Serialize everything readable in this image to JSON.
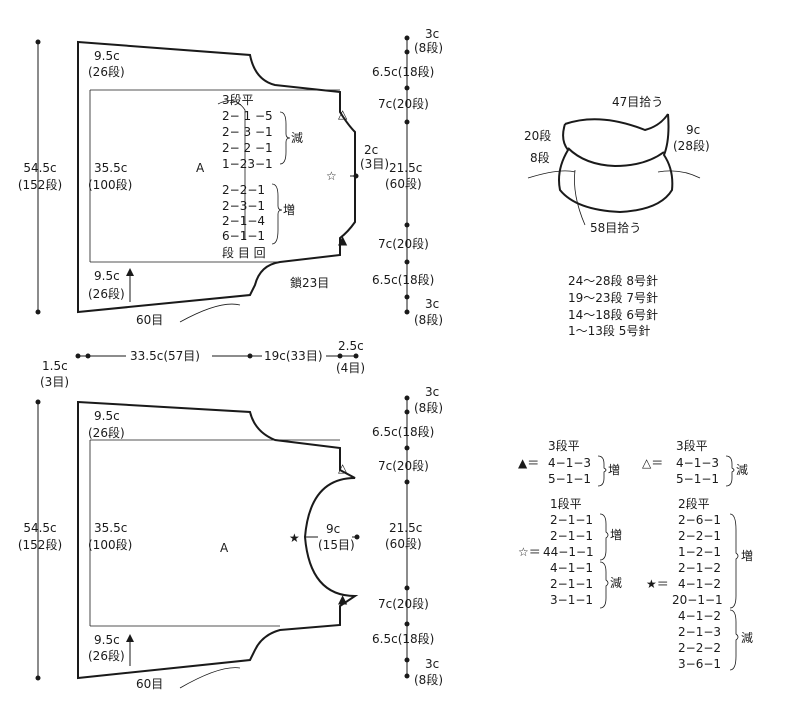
{
  "upper_piece": {
    "label": "A",
    "total_height": "54.5c",
    "total_rows": "(152段)",
    "side_height": "35.5c",
    "side_rows": "(100段)",
    "top_band": "9.5c",
    "top_band_rows": "(26段)",
    "bottom_band": "9.5c",
    "bottom_band_rows": "(26段)",
    "base_stitches": "60目",
    "chain": "鎖23目",
    "shaping_decrease": [
      "3段平",
      "2− 1 −5",
      "2− 3 −1",
      "2− 2 −1",
      "1−23−1"
    ],
    "decrease_label": "減",
    "shaping_increase": [
      "2−2−1",
      "2−3−1",
      "2−1−4",
      "6−1−1"
    ],
    "increase_label": "増",
    "legend_footer": "段  目  回",
    "neck_width": "2c",
    "neck_rows": "(3目)"
  },
  "upper_right_scale": [
    {
      "value": "3c",
      "rows": "(8段)"
    },
    {
      "value": "6.5c",
      "rows": "(18段)"
    },
    {
      "value": "7c",
      "rows": "(20段)"
    },
    {
      "value": "21.5c",
      "rows": "(60段)"
    },
    {
      "value": "7c",
      "rows": "(20段)"
    },
    {
      "value": "6.5c",
      "rows": "(18段)"
    },
    {
      "value": "3c",
      "rows": "(8段)"
    }
  ],
  "middle_scale": {
    "left": "1.5c",
    "left_rows": "(3目)",
    "center": "33.5c(57目)",
    "right": "19c(33目)",
    "far_right": "2.5c",
    "far_right_rows": "(4目)"
  },
  "lower_piece": {
    "label": "A",
    "total_height": "54.5c",
    "total_rows": "(152段)",
    "side_height": "35.5c",
    "side_rows": "(100段)",
    "top_band": "9.5c",
    "top_band_rows": "(26段)",
    "bottom_band": "9.5c",
    "bottom_band_rows": "(26段)",
    "base_stitches": "60目",
    "neck_width": "9c",
    "neck_rows": "(15目)"
  },
  "lower_right_scale": [
    {
      "value": "3c",
      "rows": "(8段)"
    },
    {
      "value": "6.5c",
      "rows": "(18段)"
    },
    {
      "value": "7c",
      "rows": "(20段)"
    },
    {
      "value": "21.5c",
      "rows": "(60段)"
    },
    {
      "value": "7c",
      "rows": "(20段)"
    },
    {
      "value": "6.5c",
      "rows": "(18段)"
    },
    {
      "value": "3c",
      "rows": "(8段)"
    }
  ],
  "collar": {
    "top_pickup": "47目拾う",
    "left_rows_a": "20段",
    "left_rows_b": "8段",
    "right_value": "9c",
    "right_rows": "(28段)",
    "bottom_pickup": "58目拾う"
  },
  "needle_table": [
    "24〜28段 8号針",
    "19〜23段 7号針",
    "14〜18段 6号針",
    "1〜13段 5号針"
  ],
  "legends": {
    "filled_triangle": {
      "header": "3段平",
      "rows": [
        "4−1−3",
        "5−1−1"
      ],
      "label": "増",
      "symbol": "▲＝"
    },
    "open_triangle": {
      "header": "3段平",
      "rows": [
        "4−1−3",
        "5−1−1"
      ],
      "label": "減",
      "symbol": "△＝"
    },
    "open_star": {
      "header": "1段平",
      "inc_rows": [
        "2−1−1",
        "2−1−1",
        "44−1−1"
      ],
      "inc_label": "増",
      "dec_rows": [
        "4−1−1",
        "2−1−1",
        "3−1−1"
      ],
      "dec_label": "減",
      "symbol": "☆＝"
    },
    "filled_star": {
      "header": "2段平",
      "inc_rows": [
        "2−6−1",
        "2−2−1",
        "1−2−1",
        "2−1−2",
        "4−1−2",
        "20−1−1"
      ],
      "inc_label": "増",
      "dec_rows": [
        "4−1−2",
        "2−1−3",
        "2−2−2",
        "3−6−1"
      ],
      "dec_label": "減",
      "symbol": "★＝"
    }
  }
}
